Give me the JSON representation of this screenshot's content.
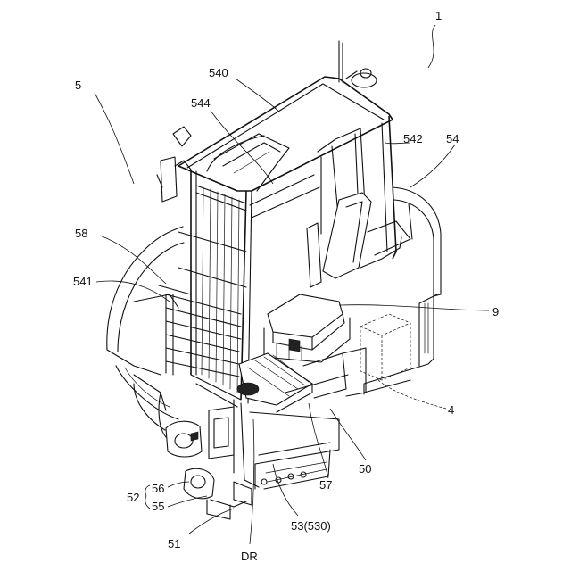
{
  "figure": {
    "labels": {
      "l1": "1",
      "l5": "5",
      "l540": "540",
      "l544": "544",
      "l542": "542",
      "l54": "54",
      "l58": "58",
      "l541": "541",
      "l9": "9",
      "l4": "4",
      "l50": "50",
      "l57": "57",
      "l56": "56",
      "l55": "55",
      "l52": "52",
      "l53": "53(530)",
      "l51": "51",
      "lDR": "DR"
    }
  }
}
